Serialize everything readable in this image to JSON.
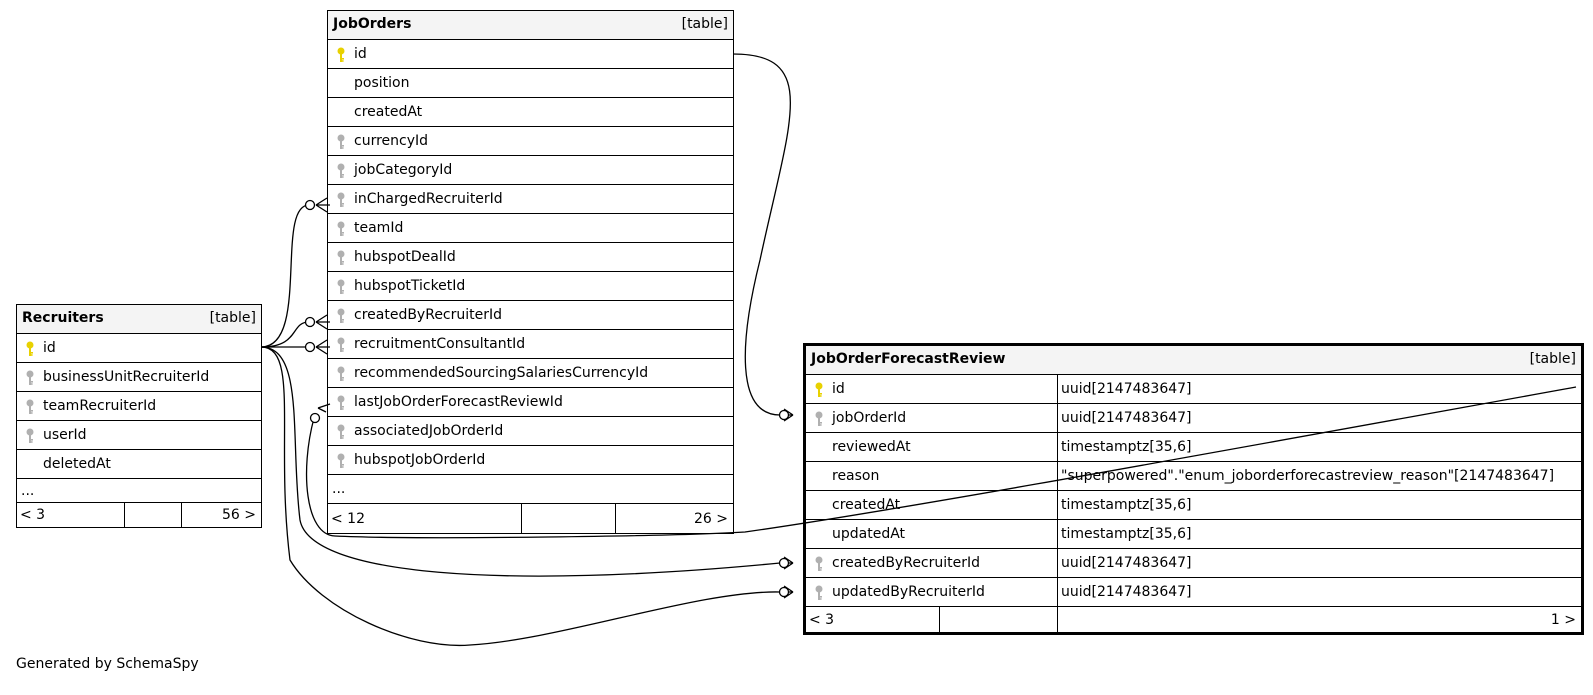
{
  "tables": {
    "jobOrders": {
      "name": "JobOrders",
      "tag": "[table]",
      "columns": [
        {
          "name": "id",
          "key": "pk"
        },
        {
          "name": "position",
          "key": ""
        },
        {
          "name": "createdAt",
          "key": ""
        },
        {
          "name": "currencyId",
          "key": "fk"
        },
        {
          "name": "jobCategoryId",
          "key": "fk"
        },
        {
          "name": "inChargedRecruiterId",
          "key": "fk"
        },
        {
          "name": "teamId",
          "key": "fk"
        },
        {
          "name": "hubspotDealId",
          "key": "fk"
        },
        {
          "name": "hubspotTicketId",
          "key": "fk"
        },
        {
          "name": "createdByRecruiterId",
          "key": "fk"
        },
        {
          "name": "recruitmentConsultantId",
          "key": "fk"
        },
        {
          "name": "recommendedSourcingSalariesCurrencyId",
          "key": "fk"
        },
        {
          "name": "lastJobOrderForecastReviewId",
          "key": "fk"
        },
        {
          "name": "associatedJobOrderId",
          "key": "fk"
        },
        {
          "name": "hubspotJobOrderId",
          "key": "fk"
        }
      ],
      "more": "...",
      "footer_left": "< 12",
      "footer_right": "26 >"
    },
    "recruiters": {
      "name": "Recruiters",
      "tag": "[table]",
      "columns": [
        {
          "name": "id",
          "key": "pk"
        },
        {
          "name": "businessUnitRecruiterId",
          "key": "fk"
        },
        {
          "name": "teamRecruiterId",
          "key": "fk"
        },
        {
          "name": "userId",
          "key": "fk"
        },
        {
          "name": "deletedAt",
          "key": ""
        }
      ],
      "more": "...",
      "footer_left": "< 3",
      "footer_right": "56 >"
    },
    "jobOrderForecastReview": {
      "name": "JobOrderForecastReview",
      "tag": "[table]",
      "columns": [
        {
          "name": "id",
          "type": "uuid[2147483647]",
          "key": "pk"
        },
        {
          "name": "jobOrderId",
          "type": "uuid[2147483647]",
          "key": "fk"
        },
        {
          "name": "reviewedAt",
          "type": "timestamptz[35,6]",
          "key": ""
        },
        {
          "name": "reason",
          "type": "\"superpowered\".\"enum_joborderforecastreview_reason\"[2147483647]",
          "key": ""
        },
        {
          "name": "createdAt",
          "type": "timestamptz[35,6]",
          "key": ""
        },
        {
          "name": "updatedAt",
          "type": "timestamptz[35,6]",
          "key": ""
        },
        {
          "name": "createdByRecruiterId",
          "type": "uuid[2147483647]",
          "key": "fk"
        },
        {
          "name": "updatedByRecruiterId",
          "type": "uuid[2147483647]",
          "key": "fk"
        }
      ],
      "footer_left": "< 3",
      "footer_right": "1 >"
    }
  },
  "colors": {
    "primary_key": "#e8d100",
    "foreign_key": "#b0b0b0",
    "header_bg": "#f4f4f4"
  },
  "footer": {
    "text": "Generated by SchemaSpy"
  }
}
